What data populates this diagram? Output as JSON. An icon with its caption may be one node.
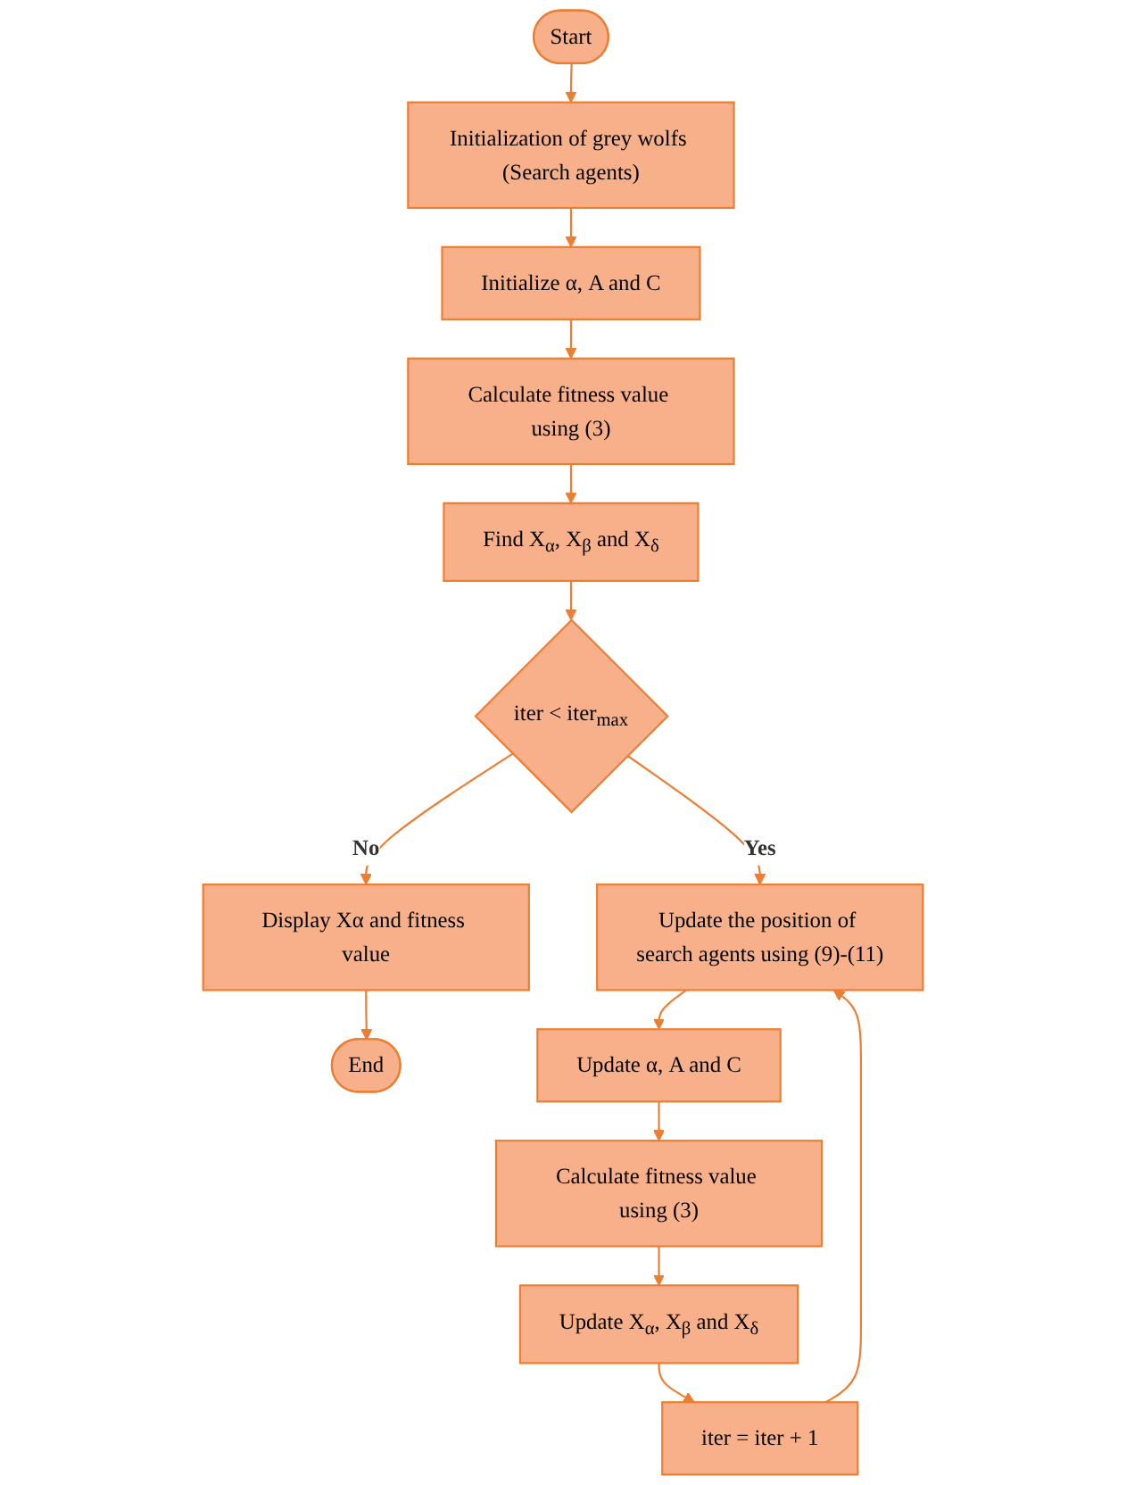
{
  "diagram": {
    "nodes": [
      {
        "text": [
          "Start"
        ]
      },
      {
        "text": [
          "Initialization of grey wolfs (Search agents)"
        ]
      },
      {
        "text": [
          "Initialize α, A and C"
        ]
      },
      {
        "text": [
          "Calculate fitness value using (3)"
        ]
      },
      {
        "text": [
          "Find X$_{α}$, X$_{β}$ and X$_{δ}$"
        ]
      },
      {
        "text": [
          "iter < iter$_{max}$"
        ]
      },
      {
        "text": [
          "Display Xα and fitness value"
        ]
      },
      {
        "text": [
          "End"
        ]
      },
      {
        "text": [
          "Update the position of search agents using (9)-(11)"
        ]
      },
      {
        "text": [
          "Update α, A and C"
        ]
      },
      {
        "text": [
          "Calculate fitness value using (3)"
        ]
      },
      {
        "text": [
          "Update X$_{α}$, X$_{β}$ and X$_{δ}$"
        ]
      },
      {
        "text": [
          "iter = iter + 1"
        ]
      }
    ],
    "edges": [
      {
        "from": 0,
        "to": 1,
        "arrow": "to"
      },
      {
        "from": 1,
        "to": 2,
        "arrow": "to"
      },
      {
        "from": 2,
        "to": 3,
        "arrow": "to"
      },
      {
        "from": 3,
        "to": 4,
        "arrow": "to"
      },
      {
        "from": 4,
        "to": 5,
        "arrow": "to"
      },
      {
        "from": 5,
        "to": 8,
        "label": "Yes",
        "arrow": "to"
      },
      {
        "from": 5,
        "to": 6,
        "label": "No",
        "arrow": "to"
      },
      {
        "from": 6,
        "to": 7,
        "arrow": "to"
      },
      {
        "from": 8,
        "to": 9,
        "arrow": "to"
      },
      {
        "from": 9,
        "to": 10,
        "arrow": "to"
      },
      {
        "from": 10,
        "to": 11,
        "arrow": "to"
      },
      {
        "from": 11,
        "to": 12,
        "arrow": "to"
      },
      {
        "from": 12,
        "to": 8,
        "arrow": "to"
      }
    ]
  }
}
